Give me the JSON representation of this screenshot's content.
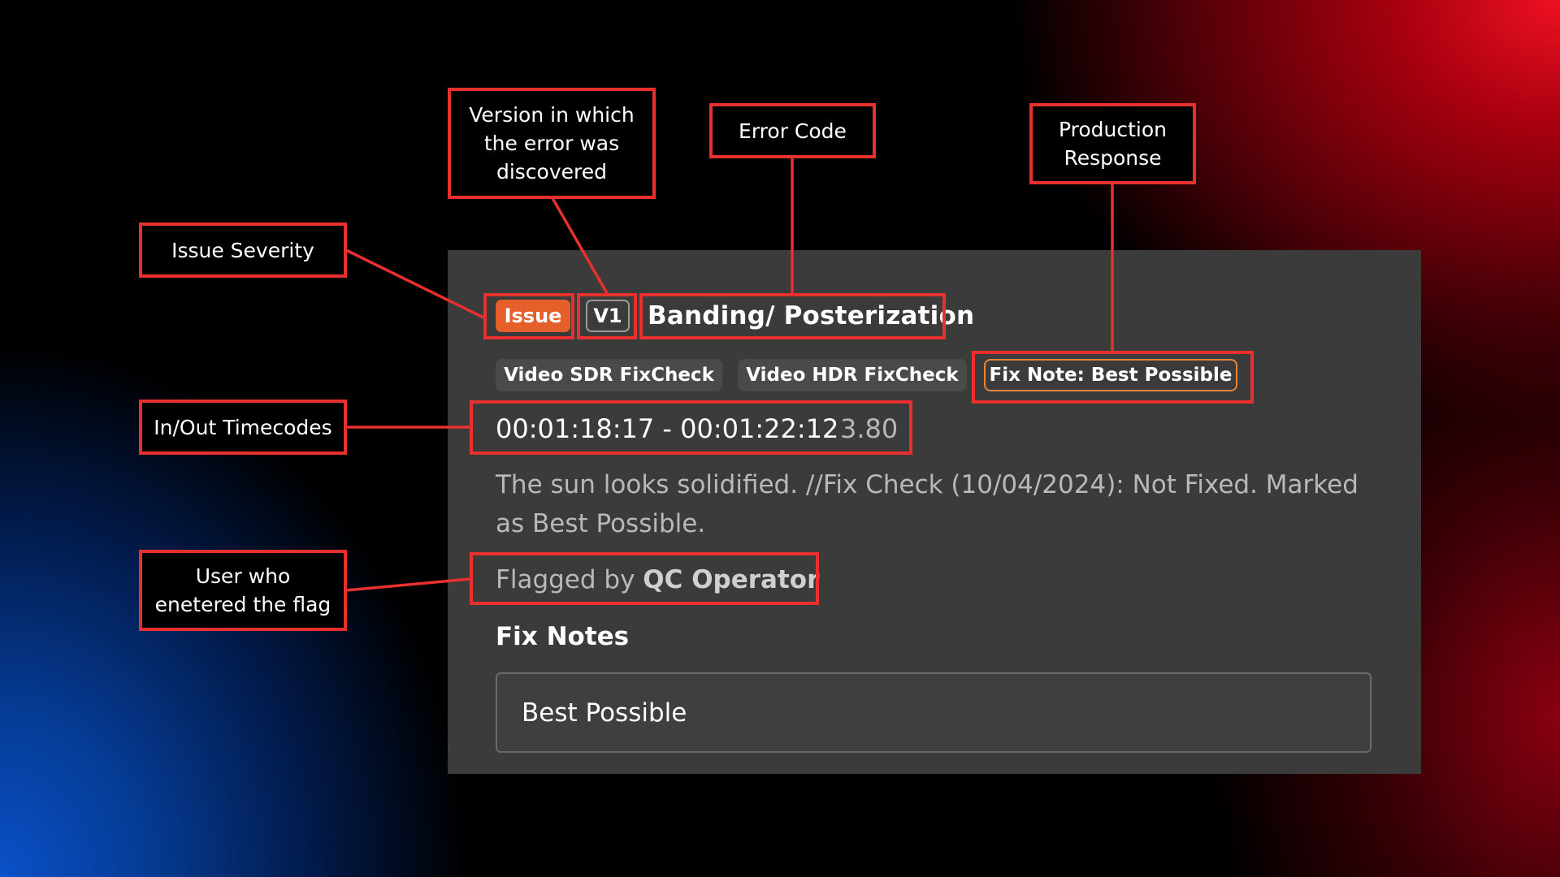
{
  "callouts": {
    "version": "Version in which the error was discovered",
    "error_code": "Error Code",
    "production_response": "Production Response",
    "issue_severity": "Issue Severity",
    "timecodes": "In/Out Timecodes",
    "user": "User who enetered the flag"
  },
  "issue": {
    "severity": "Issue",
    "version": "V1",
    "title": "Banding/ Posterization",
    "tags": [
      "Video SDR FixCheck",
      "Video HDR FixCheck"
    ],
    "fix_note_tag": "Fix Note: Best Possible",
    "timecode": "00:01:18:17 - 00:01:22:12",
    "duration": "3.80",
    "description": "The sun looks solidified. //Fix Check (10/04/2024): Not Fixed. Marked as Best Possible.",
    "flagged_prefix": "Flagged by",
    "flagged_user": "QC Operator",
    "fix_notes_heading": "Fix Notes",
    "fix_notes_value": "Best Possible"
  },
  "colors": {
    "callout_border": "#e8302e",
    "severity_badge": "#e45f2a",
    "fix_note_outline": "#e7843b",
    "panel": "#3b3b3b"
  }
}
